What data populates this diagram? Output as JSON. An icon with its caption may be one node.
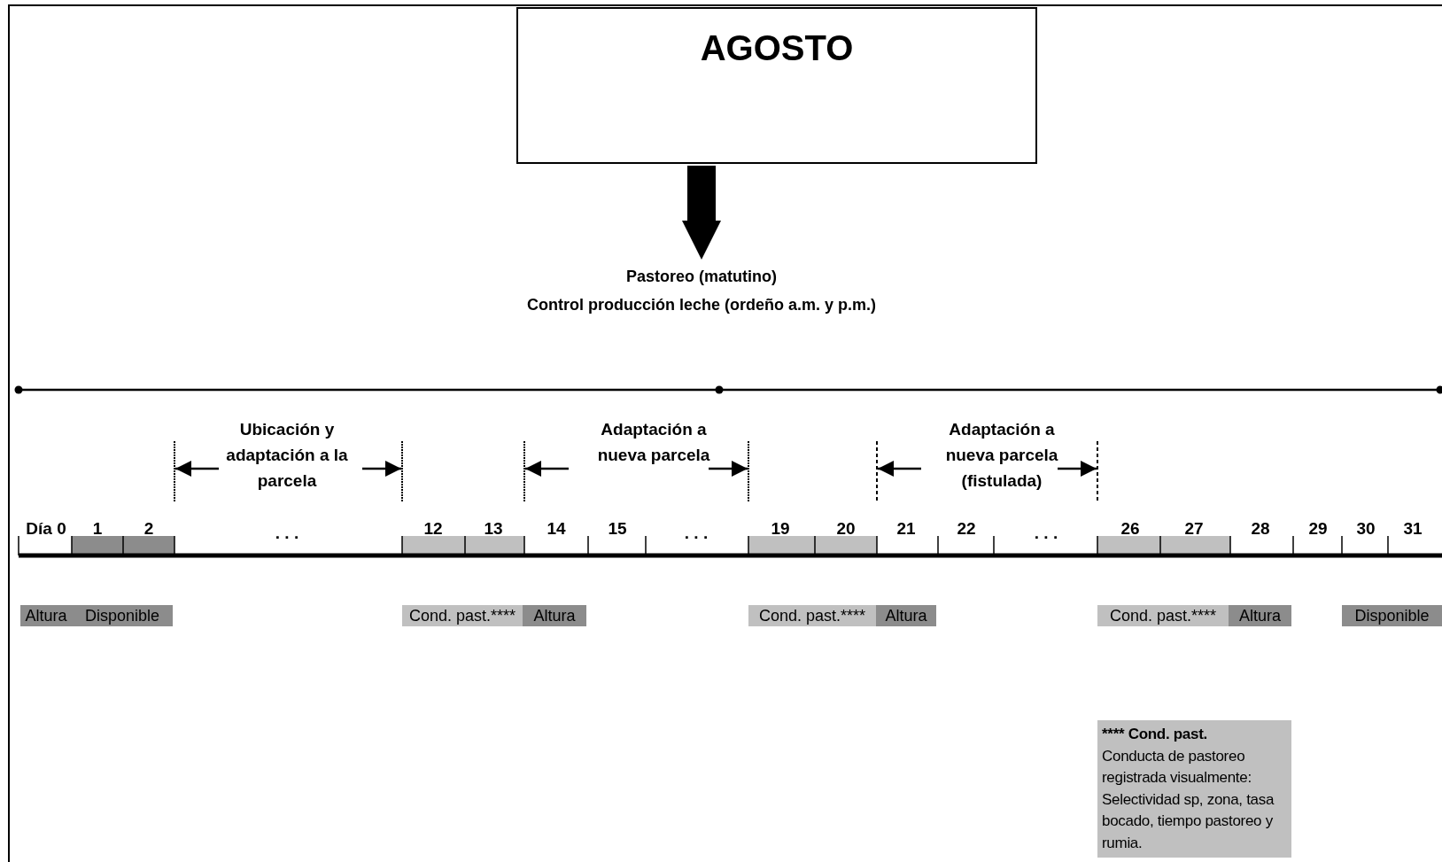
{
  "diagram": {
    "nodes": [
      {
        "text": [
          "AGOSTO"
        ]
      },
      {
        "text": [
          "Pastoreo (matutino)",
          "Control producción leche (ordeño a.m. y p.m.)"
        ]
      },
      {
        "text": [
          "Altura"
        ]
      },
      {
        "text": [
          "Disponible"
        ]
      },
      {
        "text": [
          "Cond. past.****"
        ]
      },
      {
        "text": [
          "Altura"
        ]
      },
      {
        "text": [
          "Cond. past.****"
        ]
      },
      {
        "text": [
          "Altura"
        ]
      },
      {
        "text": [
          "Cond. past.****"
        ]
      },
      {
        "text": [
          "Altura"
        ]
      },
      {
        "text": [
          "Disponible"
        ]
      },
      {
        "text": [
          "**** Cond. past.",
          "Conducta de pastoreo registrada visualmente: Selectividad sp, zona, tasa bocado, tiempo pastoreo y rumia."
        ]
      }
    ],
    "edges": [
      {
        "from": 0,
        "to": 1,
        "arrow": "to"
      }
    ],
    "labels": [
      "Ubicación y adaptación a la parcela",
      "Adaptación a nueva parcela",
      "Adaptación a nueva parcela (fistulada)",
      "Día 0",
      "1",
      "2",
      ". . .",
      "12",
      "13",
      "14",
      "15",
      ". . .",
      "19",
      "20",
      "21",
      "22",
      ". . .",
      "26",
      "27",
      "28",
      "29",
      "30",
      "31"
    ]
  }
}
